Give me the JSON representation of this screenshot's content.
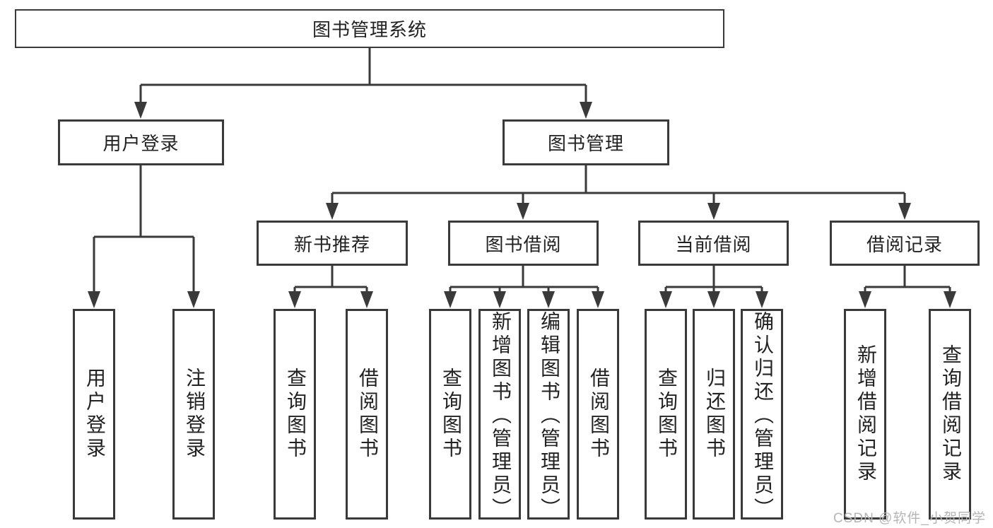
{
  "watermark": "CSDN @软件_小贺同学",
  "colors": {
    "line": "#3a3a3a",
    "text": "#222222",
    "watermark_text": "#b5b5b5",
    "background": "#ffffff"
  },
  "tree": {
    "root": {
      "label": "图书管理系统"
    },
    "branches": [
      {
        "label": "用户登录",
        "children": [
          {
            "label": "用户登录"
          },
          {
            "label": "注销登录"
          }
        ]
      },
      {
        "label": "图书管理",
        "children": [
          {
            "label": "新书推荐",
            "children": [
              {
                "label": "查询图书"
              },
              {
                "label": "借阅图书"
              }
            ]
          },
          {
            "label": "图书借阅",
            "children": [
              {
                "label": "查询图书"
              },
              {
                "label": "新增图书（管理员）"
              },
              {
                "label": "编辑图书（管理员）"
              },
              {
                "label": "借阅图书"
              }
            ]
          },
          {
            "label": "当前借阅",
            "children": [
              {
                "label": "查询图书"
              },
              {
                "label": "归还图书"
              },
              {
                "label": "确认归还（管理员）"
              }
            ]
          },
          {
            "label": "借阅记录",
            "children": [
              {
                "label": "新增借阅记录"
              },
              {
                "label": "查询借阅记录"
              }
            ]
          }
        ]
      }
    ]
  }
}
